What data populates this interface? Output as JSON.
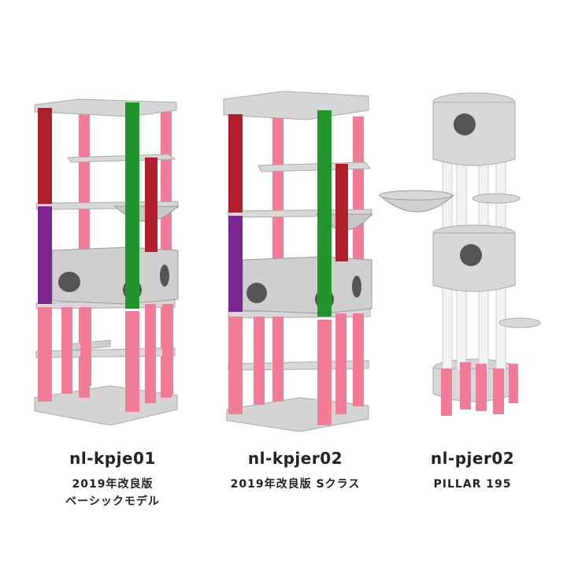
{
  "products": [
    {
      "model": "nl-kpje01",
      "subtitle_lines": [
        "2019年改良版",
        "ベーシックモデル"
      ]
    },
    {
      "model": "nl-kpjer02",
      "subtitle_lines": [
        "2019年改良版 Sクラス"
      ]
    },
    {
      "model": "nl-pjer02",
      "subtitle_lines": [
        "PILLAR 195"
      ]
    }
  ],
  "colors": {
    "platform": "#d8d8d8",
    "platform_edge": "#b8b8b8",
    "post_pink": "#f07c98",
    "post_red": "#b0202c",
    "post_green": "#22962e",
    "post_purple": "#7a2590",
    "post_white": "#f4f4f4",
    "hole": "#555555"
  }
}
